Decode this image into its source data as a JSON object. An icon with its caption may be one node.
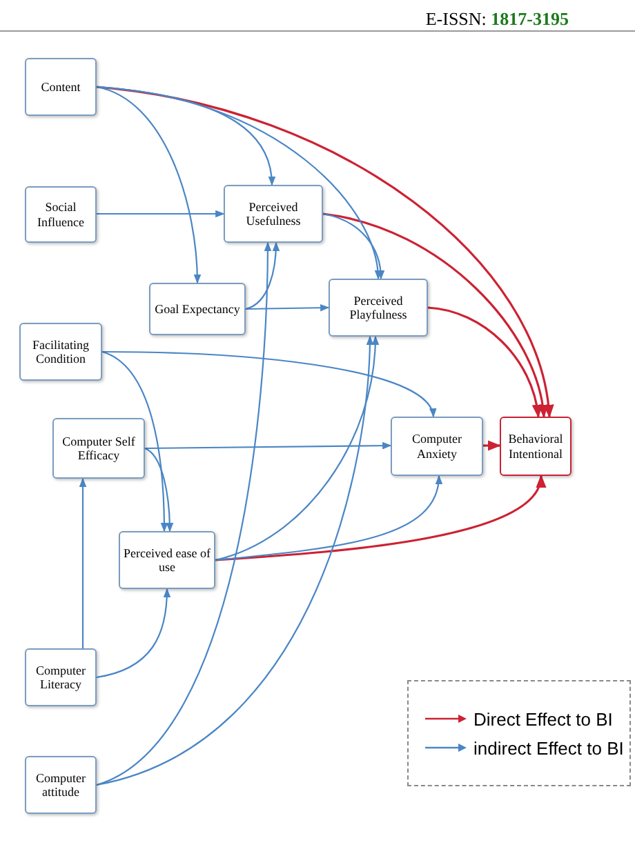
{
  "diagram": {
    "nodes": [
      {
        "text": [
          "Content"
        ]
      },
      {
        "text": [
          "Social Influence"
        ]
      },
      {
        "text": [
          "Perceived Usefulness"
        ]
      },
      {
        "text": [
          "Goal Expectancy"
        ]
      },
      {
        "text": [
          "Facilitating Condition"
        ]
      },
      {
        "text": [
          "Perceived Playfulness"
        ]
      },
      {
        "text": [
          "Computer Self Efficacy"
        ]
      },
      {
        "text": [
          "Computer Anxiety"
        ]
      },
      {
        "text": [
          "Behavioral Intentional"
        ]
      },
      {
        "text": [
          "Perceived ease of use"
        ]
      },
      {
        "text": [
          "Computer Literacy"
        ]
      },
      {
        "text": [
          "Computer attitude"
        ]
      }
    ],
    "edges": [
      {
        "from": 0,
        "to": 8,
        "arrow": "to",
        "color": "#cc2233"
      },
      {
        "from": 2,
        "to": 8,
        "arrow": "to",
        "color": "#cc2233"
      },
      {
        "from": 5,
        "to": 8,
        "arrow": "to",
        "color": "#cc2233"
      },
      {
        "from": 7,
        "to": 8,
        "arrow": "to",
        "color": "#cc2233"
      },
      {
        "from": 9,
        "to": 8,
        "arrow": "to",
        "color": "#cc2233"
      },
      {
        "from": 0,
        "to": 2,
        "arrow": "to"
      },
      {
        "from": 0,
        "to": 3,
        "arrow": "to"
      },
      {
        "from": 0,
        "to": 5,
        "arrow": "to"
      },
      {
        "from": 1,
        "to": 2,
        "arrow": "to"
      },
      {
        "from": 3,
        "to": 2,
        "arrow": "to"
      },
      {
        "from": 3,
        "to": 5,
        "arrow": "to"
      },
      {
        "from": 2,
        "to": 5,
        "arrow": "to"
      },
      {
        "from": 4,
        "to": 7,
        "arrow": "to"
      },
      {
        "from": 4,
        "to": 9,
        "arrow": "to"
      },
      {
        "from": 6,
        "to": 7,
        "arrow": "to"
      },
      {
        "from": 6,
        "to": 9,
        "arrow": "to"
      },
      {
        "from": 9,
        "to": 5,
        "arrow": "to"
      },
      {
        "from": 9,
        "to": 7,
        "arrow": "to"
      },
      {
        "from": 10,
        "to": 6,
        "arrow": "to"
      },
      {
        "from": 10,
        "to": 9,
        "arrow": "to"
      },
      {
        "from": 11,
        "to": 2,
        "arrow": "to"
      },
      {
        "from": 11,
        "to": 5,
        "arrow": "to"
      }
    ],
    "labels": [
      "E-ISSN: **1817-3195**"
    ],
    "legend": [
      {
        "text": "Direct Effect to BI",
        "color": "#cc2233"
      },
      {
        "text": "indirect Effect to BI",
        "color": "#4a86c5"
      }
    ]
  }
}
